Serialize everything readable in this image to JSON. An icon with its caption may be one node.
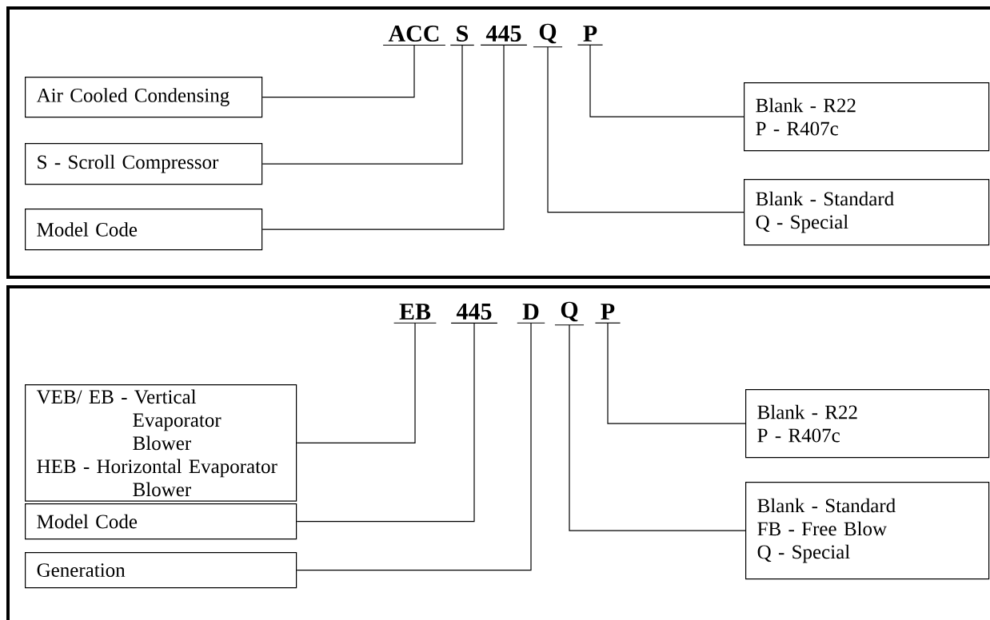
{
  "diagram": {
    "nodes": [
      {
        "text": [
          "ACC"
        ]
      },
      {
        "text": [
          "S"
        ]
      },
      {
        "text": [
          "445"
        ]
      },
      {
        "text": [
          "Q"
        ]
      },
      {
        "text": [
          "P"
        ]
      },
      {
        "text": [
          "Air Cooled Condensing"
        ]
      },
      {
        "text": [
          "S - Scroll Compressor"
        ]
      },
      {
        "text": [
          "Model Code"
        ]
      },
      {
        "text": [
          "Blank - R22",
          "P - R407c"
        ]
      },
      {
        "text": [
          "Blank - Standard",
          "Q - Special"
        ]
      },
      {
        "text": [
          "EB"
        ]
      },
      {
        "text": [
          "445"
        ]
      },
      {
        "text": [
          "D"
        ]
      },
      {
        "text": [
          "Q"
        ]
      },
      {
        "text": [
          "P"
        ]
      },
      {
        "text": [
          "VEB/ EB - Vertical Evaporator Blower",
          "HEB - Horizontal Evaporator Blower"
        ]
      },
      {
        "text": [
          "Model Code"
        ]
      },
      {
        "text": [
          "Generation"
        ]
      },
      {
        "text": [
          "Blank - R22",
          "P - R407c"
        ]
      },
      {
        "text": [
          "Blank - Standard",
          "FB - Free Blow",
          "Q - Special"
        ]
      }
    ],
    "edges": [
      {
        "from": 5,
        "to": 0,
        "arrow": "none"
      },
      {
        "from": 6,
        "to": 1,
        "arrow": "none"
      },
      {
        "from": 7,
        "to": 2,
        "arrow": "none"
      },
      {
        "from": 8,
        "to": 4,
        "arrow": "none"
      },
      {
        "from": 9,
        "to": 3,
        "arrow": "none"
      },
      {
        "from": 15,
        "to": 10,
        "arrow": "none"
      },
      {
        "from": 16,
        "to": 11,
        "arrow": "none"
      },
      {
        "from": 17,
        "to": 12,
        "arrow": "none"
      },
      {
        "from": 18,
        "to": 14,
        "arrow": "none"
      },
      {
        "from": 19,
        "to": 13,
        "arrow": "none"
      }
    ]
  }
}
